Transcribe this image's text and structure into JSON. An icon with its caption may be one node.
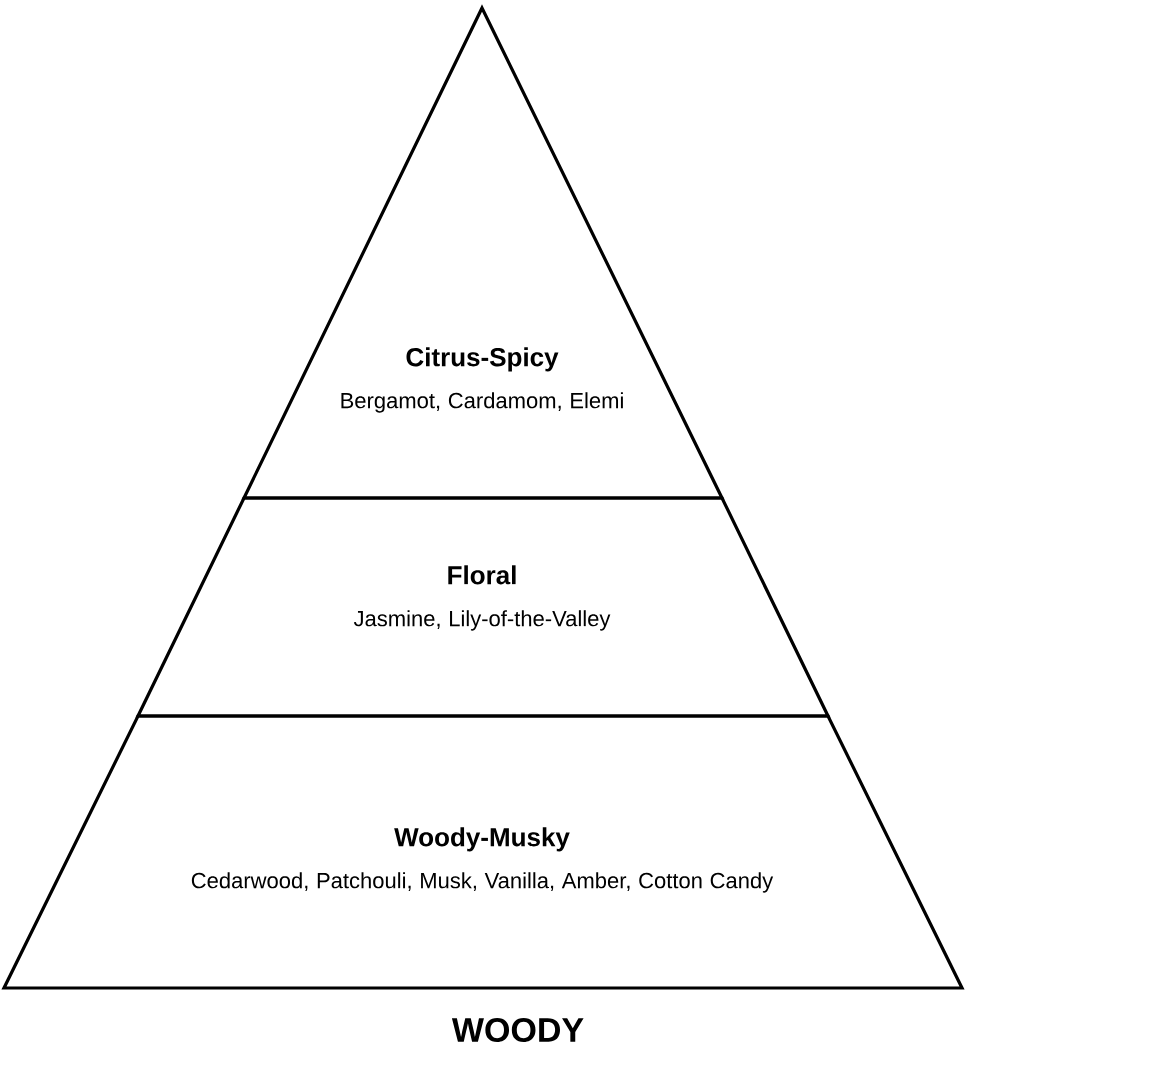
{
  "diagram": {
    "caption": "WOODY",
    "nodes": [
      {
        "text": [
          "Citrus-Spicy",
          "Bergamot, Cardamom, Elemi"
        ]
      },
      {
        "text": [
          "Floral",
          "Jasmine, Lily-of-the-Valley"
        ]
      },
      {
        "text": [
          "Woody-Musky",
          "Cedarwood, Patchouli, Musk, Vanilla, Amber, Cotton Candy"
        ]
      }
    ],
    "edges": []
  }
}
